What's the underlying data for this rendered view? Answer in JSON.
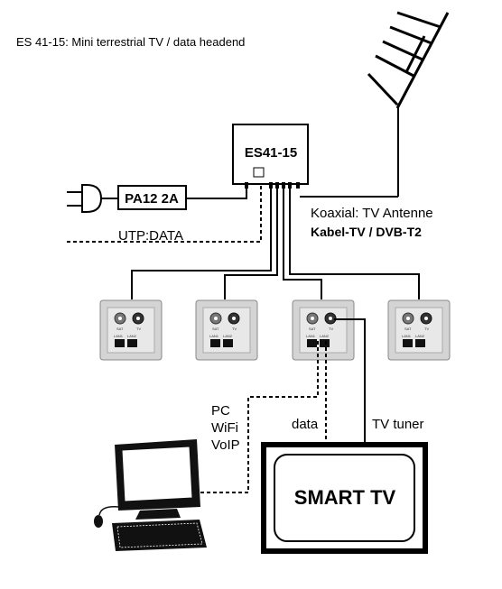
{
  "diagram": {
    "title": "ES 41-15: Mini terrestrial TV / data headend",
    "headend_label": "ES41-15",
    "power_supply_label": "PA12 2A",
    "antenna_cable_label": "Koaxial: TV Antenne",
    "cable_tv_label": "Kabel-TV / DVB-T2",
    "utp_label": "UTP:DATA",
    "pc_labels": [
      "PC",
      "WiFi",
      "VoIP"
    ],
    "data_label": "data",
    "tv_tuner_label": "TV tuner",
    "smart_tv_label": "SMART TV",
    "socket_labels": {
      "sat": "SAT",
      "tv": "TV",
      "lan1": "LAN1",
      "lan2": "LAN2"
    }
  }
}
